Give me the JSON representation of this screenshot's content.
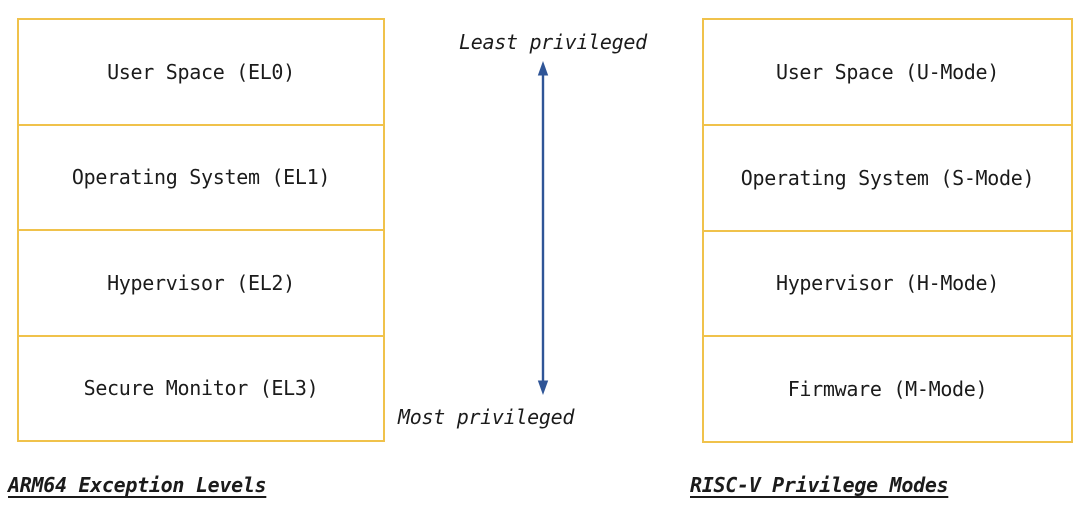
{
  "left_stack": {
    "caption": "ARM64 Exception Levels",
    "levels": [
      "User Space (EL0)",
      "Operating System (EL1)",
      "Hypervisor (EL2)",
      "Secure Monitor (EL3)"
    ]
  },
  "right_stack": {
    "caption": "RISC-V Privilege Modes",
    "levels": [
      "User Space (U-Mode)",
      "Operating System (S-Mode)",
      "Hypervisor (H-Mode)",
      "Firmware (M-Mode)"
    ]
  },
  "axis": {
    "top_label": "Least privileged",
    "bottom_label": "Most privileged"
  },
  "colors": {
    "box_border": "#F0C24B",
    "arrow": "#2F5597",
    "text": "#1B1B1B"
  }
}
